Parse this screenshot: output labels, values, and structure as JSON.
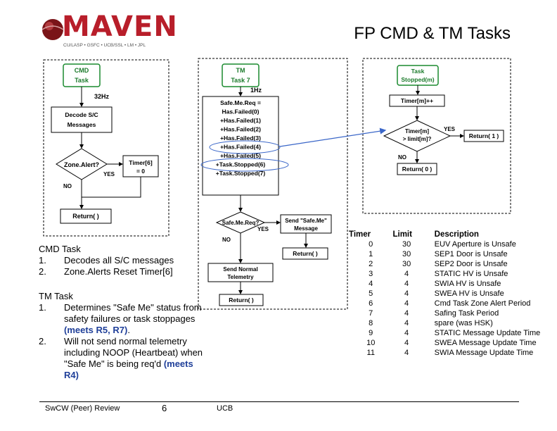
{
  "title": "FP CMD & TM Tasks",
  "logo": {
    "name": "MAVEN",
    "partners": "CU/LASP • GSFC • UCB/SSL • LM • JPL"
  },
  "flow_cmd": {
    "start": [
      "CMD",
      "Task"
    ],
    "rate": "32Hz",
    "decode": [
      "Decode S/C",
      "Messages"
    ],
    "decision": "Zone.Alert?",
    "yes": "YES",
    "no": "NO",
    "timer_box": [
      "Timer[6]",
      "= 0"
    ],
    "return": "Return( )"
  },
  "flow_tm": {
    "start": [
      "TM",
      "Task 7"
    ],
    "rate": "1Hz",
    "assign": [
      "Safe.Me.Req =",
      "Has.Failed(0)",
      "+Has.Failed(1)",
      "+Has.Failed(2)",
      "+Has.Failed(3)",
      "+Has.Failed(4)",
      "+Has.Failed(5)",
      "+Task.Stopped(6)",
      "+Task.Stopped(7)"
    ],
    "decision": "Safe.Me.Req?",
    "yes": "YES",
    "no": "NO",
    "send_safe": [
      "Send \"Safe.Me\"",
      "Message"
    ],
    "return_right": "Return( )",
    "send_normal": [
      "Send Normal",
      "Telemetry"
    ],
    "return_bottom": "Return( )"
  },
  "flow_task": {
    "start": [
      "Task",
      "Stopped(m)"
    ],
    "increment": "Timer[m]++",
    "decision": [
      "Timer[m]",
      "> limit[m]?"
    ],
    "yes": "YES",
    "no": "NO",
    "return_true": "Return( 1 )",
    "return_false": "Return( 0 )"
  },
  "notes": {
    "cmd_heading": "CMD Task",
    "cmd_items": [
      {
        "num": "1.",
        "text": "Decodes all S/C messages"
      },
      {
        "num": "2.",
        "text": "Zone.Alerts Reset Timer[6]"
      }
    ],
    "tm_heading": "TM Task",
    "tm_items": [
      {
        "num": "1.",
        "text": "Determines \"Safe Me\" status from safety failures or task stoppages",
        "highlight": "(meets R5, R7)",
        "tail": "."
      },
      {
        "num": "2.",
        "text": "Will not send normal telemetry including NOOP (Heartbeat) when \"Safe Me\" is being req'd",
        "highlight": "(meets R4)",
        "tail": ""
      }
    ]
  },
  "timer_table": {
    "headers": [
      "Timer",
      "Limit",
      "Description"
    ],
    "rows": [
      [
        "0",
        "30",
        "EUV Aperture is Unsafe"
      ],
      [
        "1",
        "30",
        "SEP1 Door is Unsafe"
      ],
      [
        "2",
        "30",
        "SEP2 Door is Unsafe"
      ],
      [
        "3",
        "4",
        "STATIC HV is Unsafe"
      ],
      [
        "4",
        "4",
        "SWIA HV is Unsafe"
      ],
      [
        "5",
        "4",
        "SWEA HV is Unsafe"
      ],
      [
        "6",
        "4",
        "Cmd Task Zone Alert Period"
      ],
      [
        "7",
        "4",
        "Safing Task Period"
      ],
      [
        "8",
        "4",
        "spare (was HSK)"
      ],
      [
        "9",
        "4",
        "STATIC Message Update Time"
      ],
      [
        "10",
        "4",
        "SWEA Message Update Time"
      ],
      [
        "11",
        "4",
        "SWIA Message Update Time"
      ]
    ]
  },
  "footer": {
    "left": "SwCW (Peer) Review",
    "page": "6",
    "org": "UCB"
  },
  "colors": {
    "box_border": "#1a8a2e",
    "box_text": "#1a7a2a",
    "logo": "#b81e2a",
    "highlight": "#1f3f99",
    "callout": "#3a66c8"
  }
}
